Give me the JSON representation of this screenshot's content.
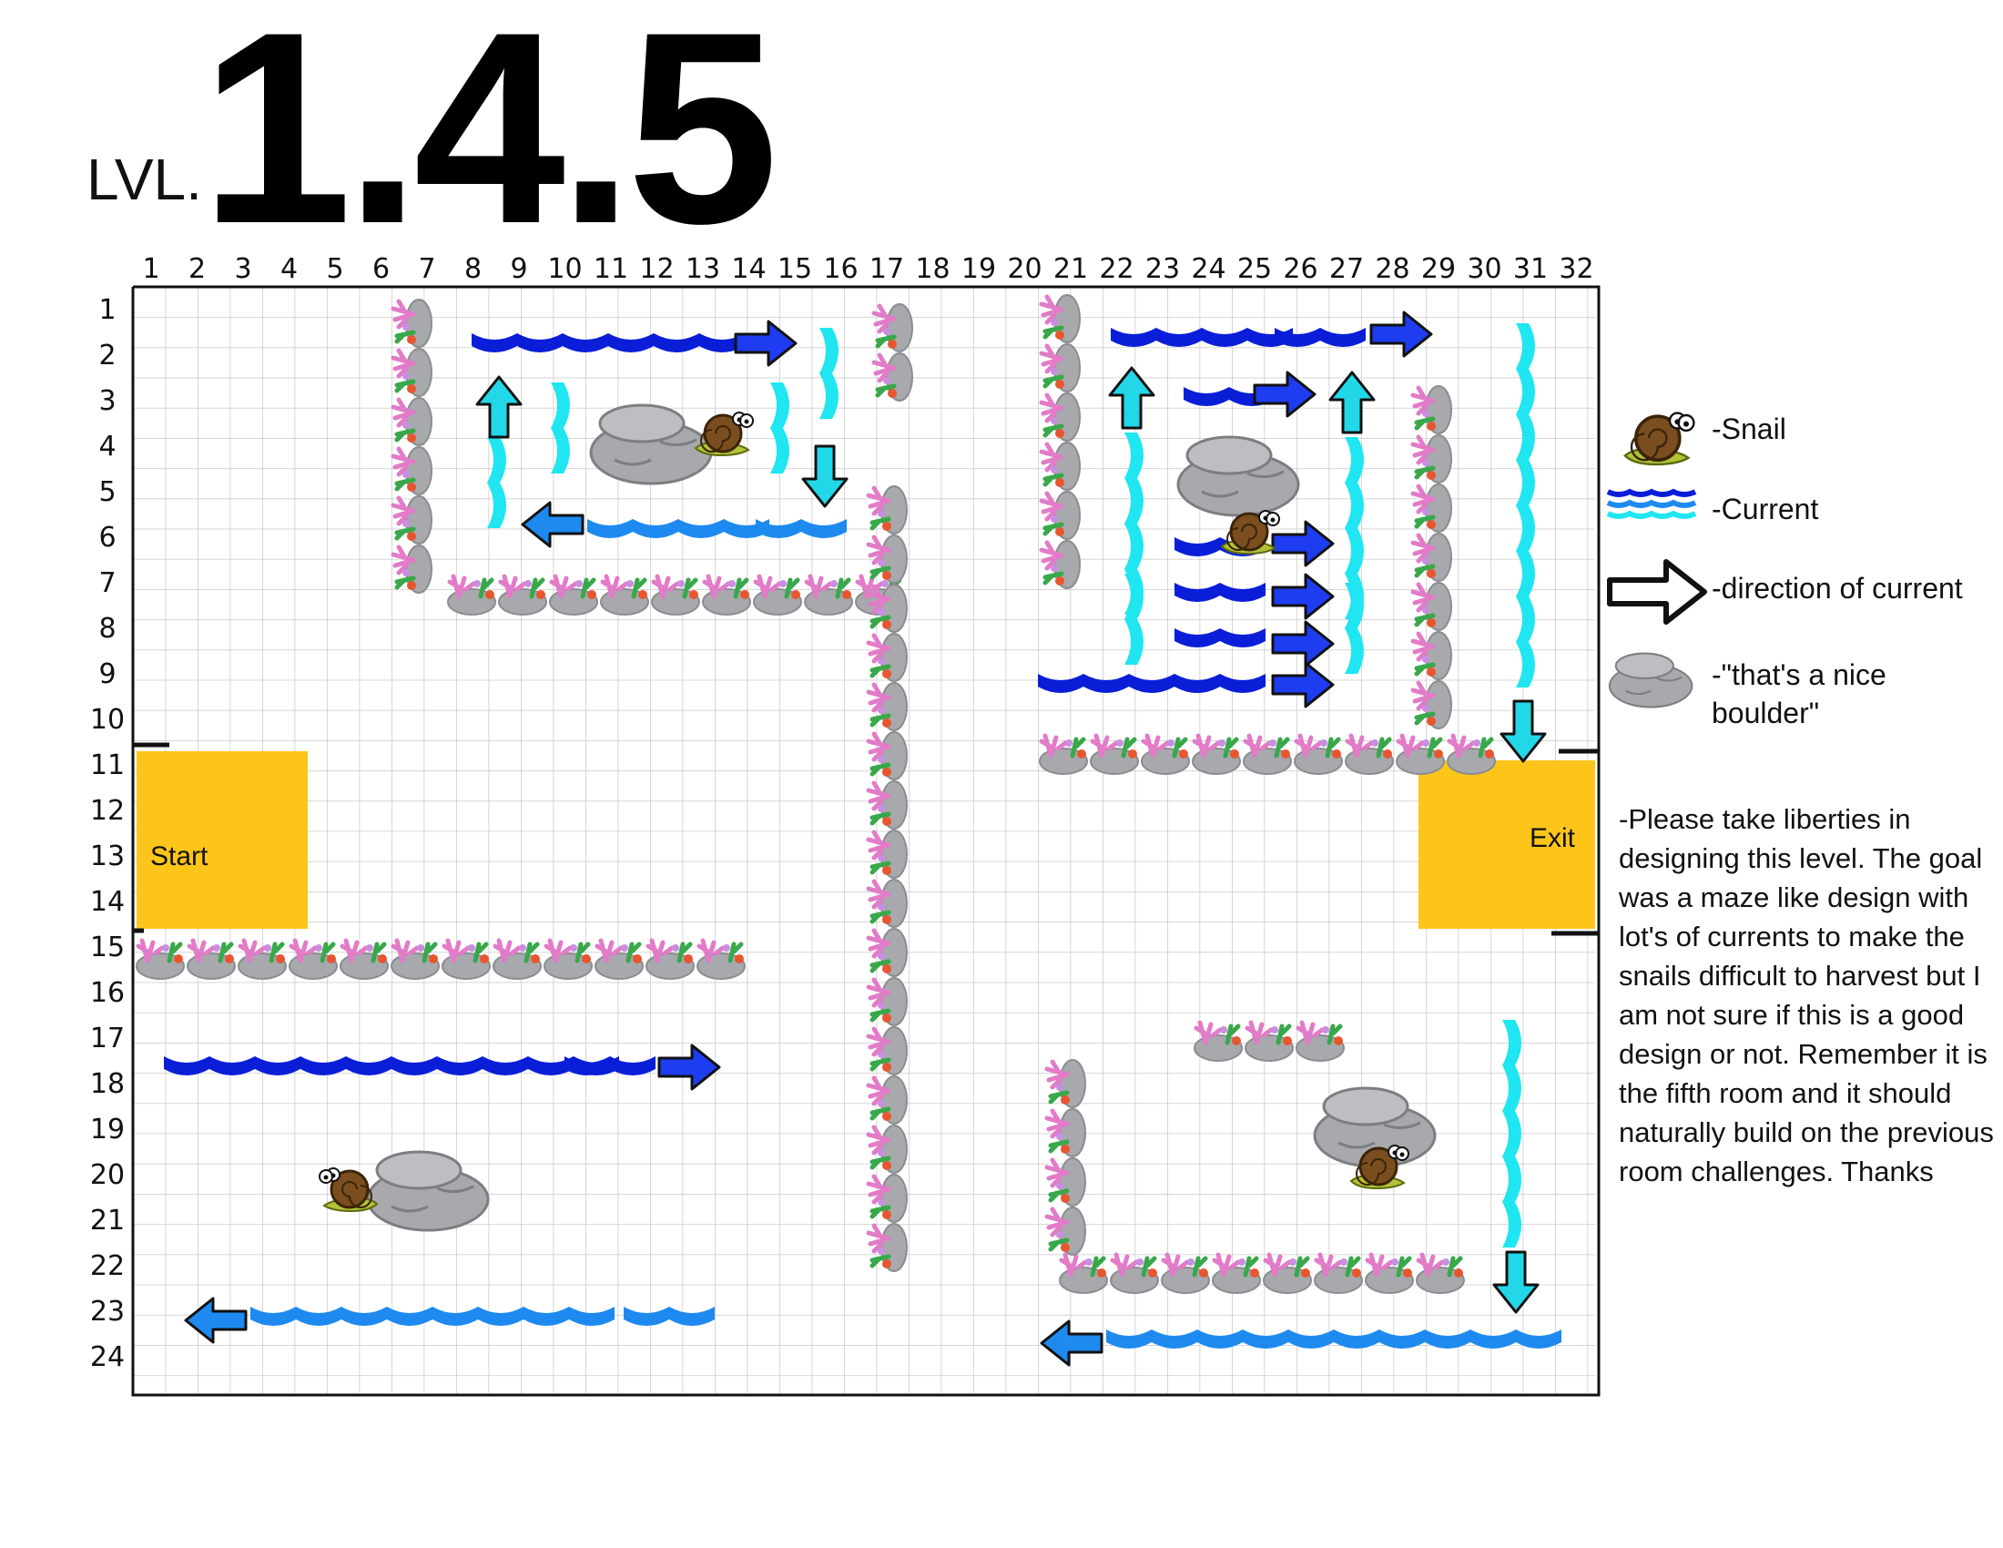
{
  "header": {
    "level_prefix": "LVL.",
    "level_number": "1.4.5"
  },
  "grid": {
    "columns": [
      "1",
      "2",
      "3",
      "4",
      "5",
      "6",
      "7",
      "8",
      "9",
      "10",
      "11",
      "12",
      "13",
      "14",
      "15",
      "16",
      "17",
      "18",
      "19",
      "20",
      "21",
      "22",
      "23",
      "24",
      "25",
      "26",
      "27",
      "28",
      "29",
      "30",
      "31",
      "32"
    ],
    "rows": [
      "1",
      "2",
      "3",
      "4",
      "5",
      "6",
      "7",
      "8",
      "9",
      "10",
      "11",
      "12",
      "13",
      "14",
      "15",
      "16",
      "17",
      "18",
      "19",
      "20",
      "21",
      "22",
      "23",
      "24"
    ]
  },
  "zones": {
    "start_label": "Start",
    "exit_label": "Exit"
  },
  "colors": {
    "zone": "#FDC51A",
    "current_dark": "#0A1ED8",
    "current_medium": "#1E8AF0",
    "current_light": "#1FE6F0",
    "arrow_dark": "#1E3CF0",
    "arrow_light": "#22D8E8",
    "coral": "#E27BC8",
    "rock": "#A7A9AD"
  },
  "legend": {
    "snail": {
      "icon": "snail-icon",
      "label": "-Snail"
    },
    "current": {
      "icon": "wave-icon",
      "label": "-Current"
    },
    "direction": {
      "icon": "arrow-right-outline-icon",
      "label": "-direction of current"
    },
    "boulder": {
      "icon": "boulder-icon",
      "label": "-\"that's a nice boulder\""
    }
  },
  "note": "-Please take liberties in designing this level. The goal was a maze like design with lot's of currents to make the snails difficult to harvest but I am not sure if this is a good design or not. Remember it is the fifth room and it should naturally build on the previous room challenges. Thanks"
}
